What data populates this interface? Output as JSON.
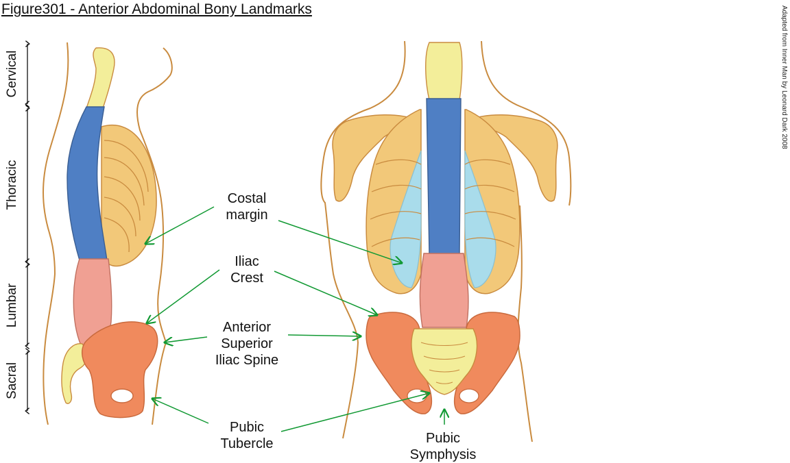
{
  "title": "Figure301 - Anterior Abdominal Bony Landmarks",
  "credit": "Adapted from Inner Man by Leonard Dark 2008",
  "regions": {
    "cervical": "Cervical",
    "thoracic": "Thoracic",
    "lumbar": "Lumbar",
    "sacral": "Sacral"
  },
  "labels": {
    "costal_margin": "Costal\nmargin",
    "iliac_crest": "Iliac\nCrest",
    "asis": "Anterior\nSuperior\nIliac Spine",
    "pubic_tubercle": "Pubic\nTubercle",
    "pubic_symphysis": "Pubic\nSymphysis"
  },
  "colors": {
    "cervical": "#F3EE9A",
    "thoracic": "#4F7FC4",
    "lumbar": "#F0A093",
    "sacral": "#F3EE9A",
    "ribs": "#F2C879",
    "cartilage": "#A9DCEB",
    "pelvis": "#F08A5D",
    "outline": "#C98B3F",
    "arrow": "#119933"
  }
}
